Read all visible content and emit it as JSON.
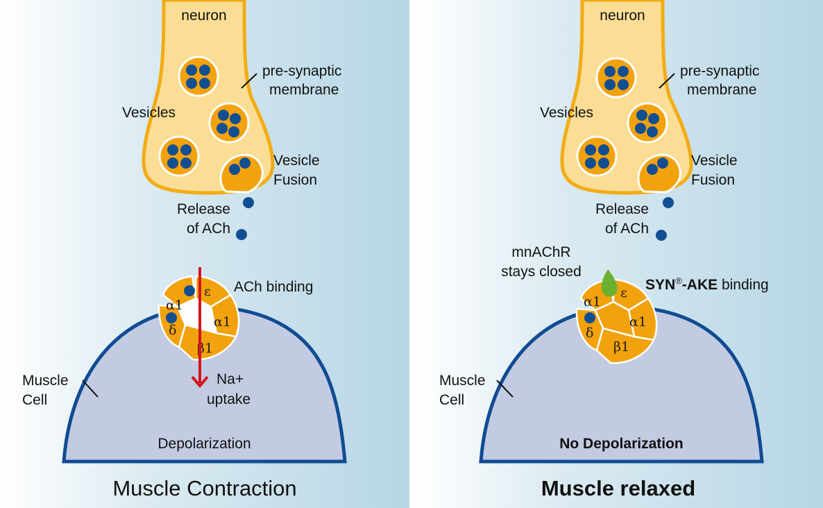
{
  "colors": {
    "background_gradient": [
      "#ffffff",
      "#b9d8e6"
    ],
    "neuron_fill": "#fbdd95",
    "neuron_outline": "#f2ac14",
    "vesicle_fill": "#f2a20d",
    "ach_blue": "#124e92",
    "muscle_fill": "#c3cbe2",
    "muscle_outline": "#0f4c93",
    "arrow_red": "#d4141d",
    "synake_green": "#6ab12f"
  },
  "left": {
    "neuron": "neuron",
    "presynaptic": [
      "pre-synaptic",
      "membrane"
    ],
    "vesicles": "Vesicles",
    "vesicle_fusion": [
      "Vesicle",
      "Fusion"
    ],
    "release": [
      "Release",
      "of ACh"
    ],
    "ach_binding": "ACh binding",
    "na_uptake": [
      "Na+",
      "uptake"
    ],
    "muscle_cell": [
      "Muscle",
      "Cell"
    ],
    "depolarization": "Depolarization",
    "title": "Muscle Contraction",
    "subunits": {
      "a1_top": "α1",
      "epsilon": "ε",
      "delta": "δ",
      "a1_right": "α1",
      "b1": "β1"
    }
  },
  "right": {
    "neuron": "neuron",
    "presynaptic": [
      "pre-synaptic",
      "membrane"
    ],
    "vesicles": "Vesicles",
    "vesicle_fusion": [
      "Vesicle",
      "Fusion"
    ],
    "release": [
      "Release",
      "of ACh"
    ],
    "mnachr": [
      "mnAChR",
      "stays closed"
    ],
    "synake_prefix": "SYN",
    "synake_reg": "®",
    "synake_suffix": "-AKE",
    "synake_binding": " binding",
    "muscle_cell": [
      "Muscle",
      "Cell"
    ],
    "depolarization": "No Depolarization",
    "title": "Muscle relaxed",
    "subunits": {
      "a1_top": "α1",
      "epsilon": "ε",
      "delta": "δ",
      "a1_right": "α1",
      "b1": "β1"
    }
  }
}
